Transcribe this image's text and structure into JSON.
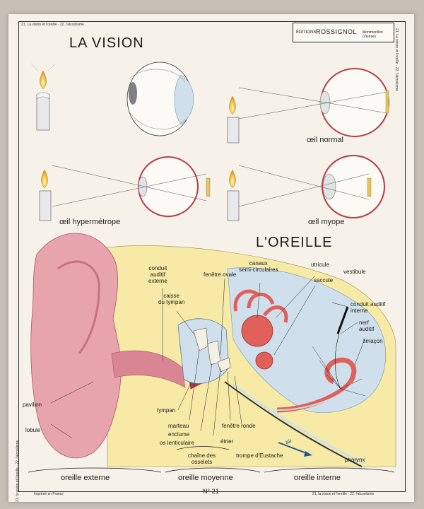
{
  "poster": {
    "margin_note": "21. La vision et l'oreille - 22. l'alcoolisme",
    "margin_note_short": "21. la vision et l'oreille - 22. l'alcoolisme",
    "printed": "Imprimé en France",
    "number": "N° 21"
  },
  "publisher": {
    "prefix": "ÉDITIONS",
    "name": "ROSSIGNOL",
    "city": "Montmorillon (Vienne)"
  },
  "vision": {
    "title": "LA VISION",
    "labels": {
      "normal": "œil normal",
      "hypermetrope": "œil hypermétrope",
      "myope": "œil myope"
    }
  },
  "ear": {
    "title": "L'OREILLE",
    "labels": {
      "conduit_externe": "conduit\nauditif\nexterne",
      "caisse": "caisse\ndu tympan",
      "fenetre_ovale": "fenêtre ovale",
      "canaux": "canaux\nsemi-circulaires",
      "utricule": "utricule",
      "saccule": "saccule",
      "vestibule": "vestibule",
      "conduit_interne": "conduit auditif\ninterne",
      "nerf": "nerf\nauditif",
      "limacon": "limaçon",
      "pavillon": "pavillon",
      "lobule": "lobule",
      "tympan": "tympan",
      "marteau": "marteau",
      "enclume": "enclume",
      "os_lenticulaire": "os lenticulaire",
      "fenetre_ronde": "fenêtre ronde",
      "etrier": "étrier",
      "chaine": "chaîne des\nosselets",
      "trompe": "trompe d'Eustache",
      "pharynx": "pharynx",
      "air": "air"
    },
    "regions": {
      "externe": "oreille externe",
      "moyenne": "oreille moyenne",
      "interne": "oreille interne"
    }
  },
  "colors": {
    "paper": "#f6f2ea",
    "skin_pink": "#e8a4ad",
    "skin_dark": "#c9707e",
    "yellow": "#f6eaa6",
    "blue": "#cfe0ec",
    "red": "#e0605a"
  }
}
